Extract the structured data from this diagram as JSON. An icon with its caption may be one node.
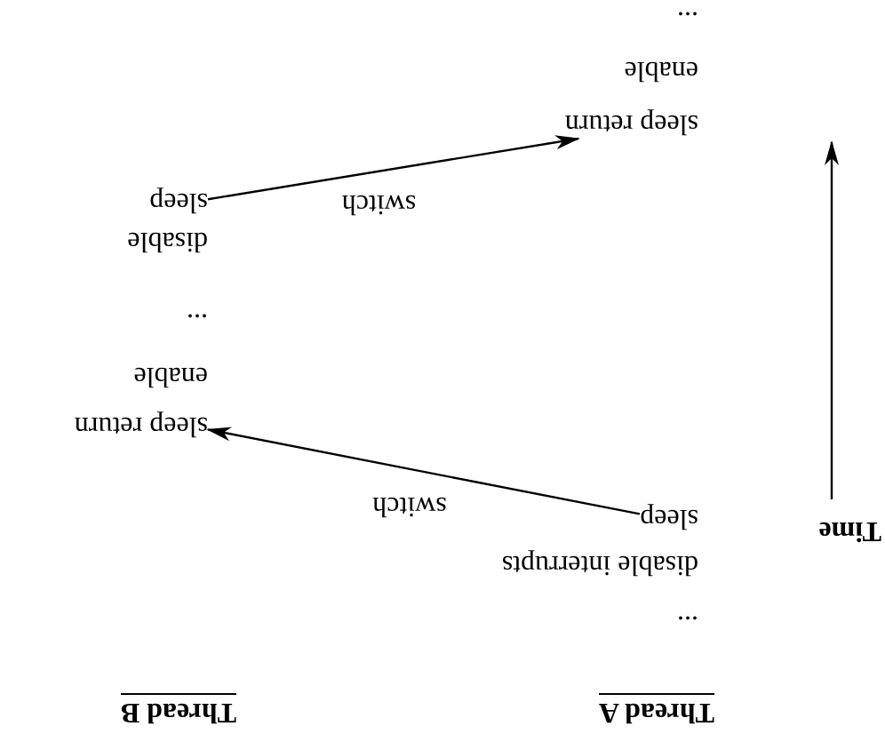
{
  "diagram": {
    "nodes": [
      {
        "text": [
          "sleep"
        ]
      },
      {
        "text": [
          "sleep return"
        ]
      },
      {
        "text": [
          "sleep"
        ]
      },
      {
        "text": [
          "sleep return"
        ]
      }
    ],
    "edges": [
      {
        "from": 0,
        "to": 1,
        "arrow": "to",
        "label": "switch"
      },
      {
        "from": 2,
        "to": 3,
        "arrow": "to",
        "label": "switch"
      }
    ],
    "labels": [
      "Thread A",
      "Thread B",
      "Time",
      "...",
      "disable interrupts",
      "enable",
      "...",
      "disable",
      "enable",
      "..."
    ]
  }
}
